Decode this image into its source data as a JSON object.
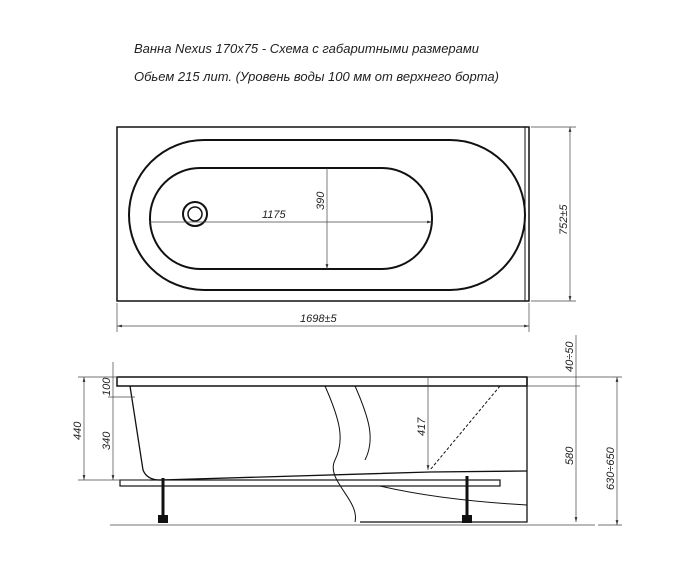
{
  "header": {
    "title": "Ванна Nexus 170x75 - Схема с габаритными размерами",
    "subtitle": "Обьем 215 лит.  (Уровень воды 100 мм от верхнего борта)"
  },
  "top_view": {
    "length": "1698±5",
    "width": "752±5",
    "inner_length": "1175",
    "inner_width": "390"
  },
  "side_view": {
    "total_depth": "440",
    "water_gap": "100",
    "water_depth": "340",
    "center_depth": "417",
    "leg_adjust": "40÷50",
    "panel_height": "580",
    "total_height": "630÷650"
  }
}
